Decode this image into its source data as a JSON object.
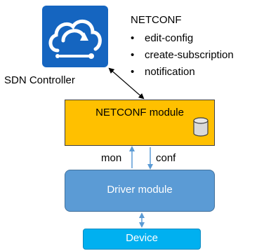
{
  "controller": {
    "label": "SDN Controller",
    "icon": "cloud-sync-icon"
  },
  "protocol": {
    "title": "NETCONF",
    "operations": [
      "edit-config",
      "create-subscription",
      "notification"
    ]
  },
  "netconf_module": {
    "label": "NETCONF module",
    "icon": "database-icon"
  },
  "links": {
    "mon": "mon",
    "conf": "conf"
  },
  "driver_module": {
    "label": "Driver module"
  },
  "device": {
    "label": "Device"
  },
  "colors": {
    "controller_bg": "#1565c0",
    "netconf_module_bg": "#ffc000",
    "driver_module_bg": "#5b9bd5",
    "device_bg": "#00b0f0",
    "arrow_blue": "#5b9bd5"
  }
}
